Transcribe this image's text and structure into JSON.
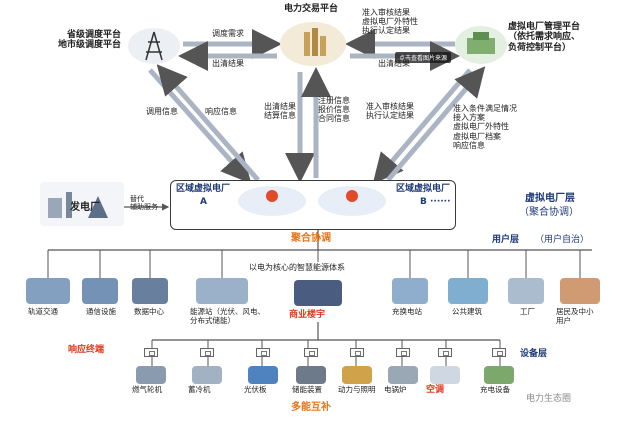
{
  "top": {
    "left_title": "省级调度平台\n地市级调度平台",
    "center_title": "电力交易平台",
    "right_title": "虚拟电厂管理平台\n（依托需求响应、\n负荷控制平台）",
    "toast": "点击查看图片来源"
  },
  "flows": {
    "dispatch_demand": "调度需求",
    "clear_result_top": "出清结果",
    "access_review_result_top": "准入审核结果\n虚拟电厂外特性\n执行认定结果",
    "clear_result_right": "出清结果",
    "invoke_info": "调用信息",
    "response_info": "响应信息",
    "clear_settle": "出清结果\n结算信息",
    "register_info": "注册信息\n报价信息\n合同信息",
    "access_review_exec": "准入审核结果\n执行认定结果",
    "right_list": "准入条件满足情况\n接入方案\n虚拟电厂外特性\n虚拟电厂档案\n响应信息"
  },
  "vpp": {
    "region_a": "区域虚拟电厂",
    "a_label": "A",
    "region_b": "区域虚拟电厂",
    "b_label": "B ······",
    "layer_title": "虚拟电厂层",
    "layer_sub": "（聚合协调）",
    "aggregate": "聚合协调",
    "power_plant": "发电厂",
    "substitute": "替代\n辅助服务"
  },
  "user_layer": {
    "title": "用户层",
    "sub": "（用户自治）",
    "center_system": "以电为核心的智慧能源体系",
    "items": [
      {
        "label": "轨道交通"
      },
      {
        "label": "通信设施"
      },
      {
        "label": "数据中心"
      },
      {
        "label": "能源站（光伏、风电、\n分布式储能）"
      },
      {
        "label": "商业楼宇"
      },
      {
        "label": "充换电站"
      },
      {
        "label": "公共建筑"
      },
      {
        "label": "工厂"
      },
      {
        "label": "居民及中小\n用户"
      }
    ]
  },
  "device_layer": {
    "title": "设备层",
    "response_terminal": "响应终端",
    "multi_energy": "多能互补",
    "items": [
      {
        "label": "燃气轮机"
      },
      {
        "label": "蓄冷机"
      },
      {
        "label": "光伏板"
      },
      {
        "label": "储能装置"
      },
      {
        "label": "动力与照明"
      },
      {
        "label": "电锅炉"
      },
      {
        "label": "空调"
      },
      {
        "label": "充电设备"
      }
    ]
  },
  "watermark": "电力生态圈"
}
